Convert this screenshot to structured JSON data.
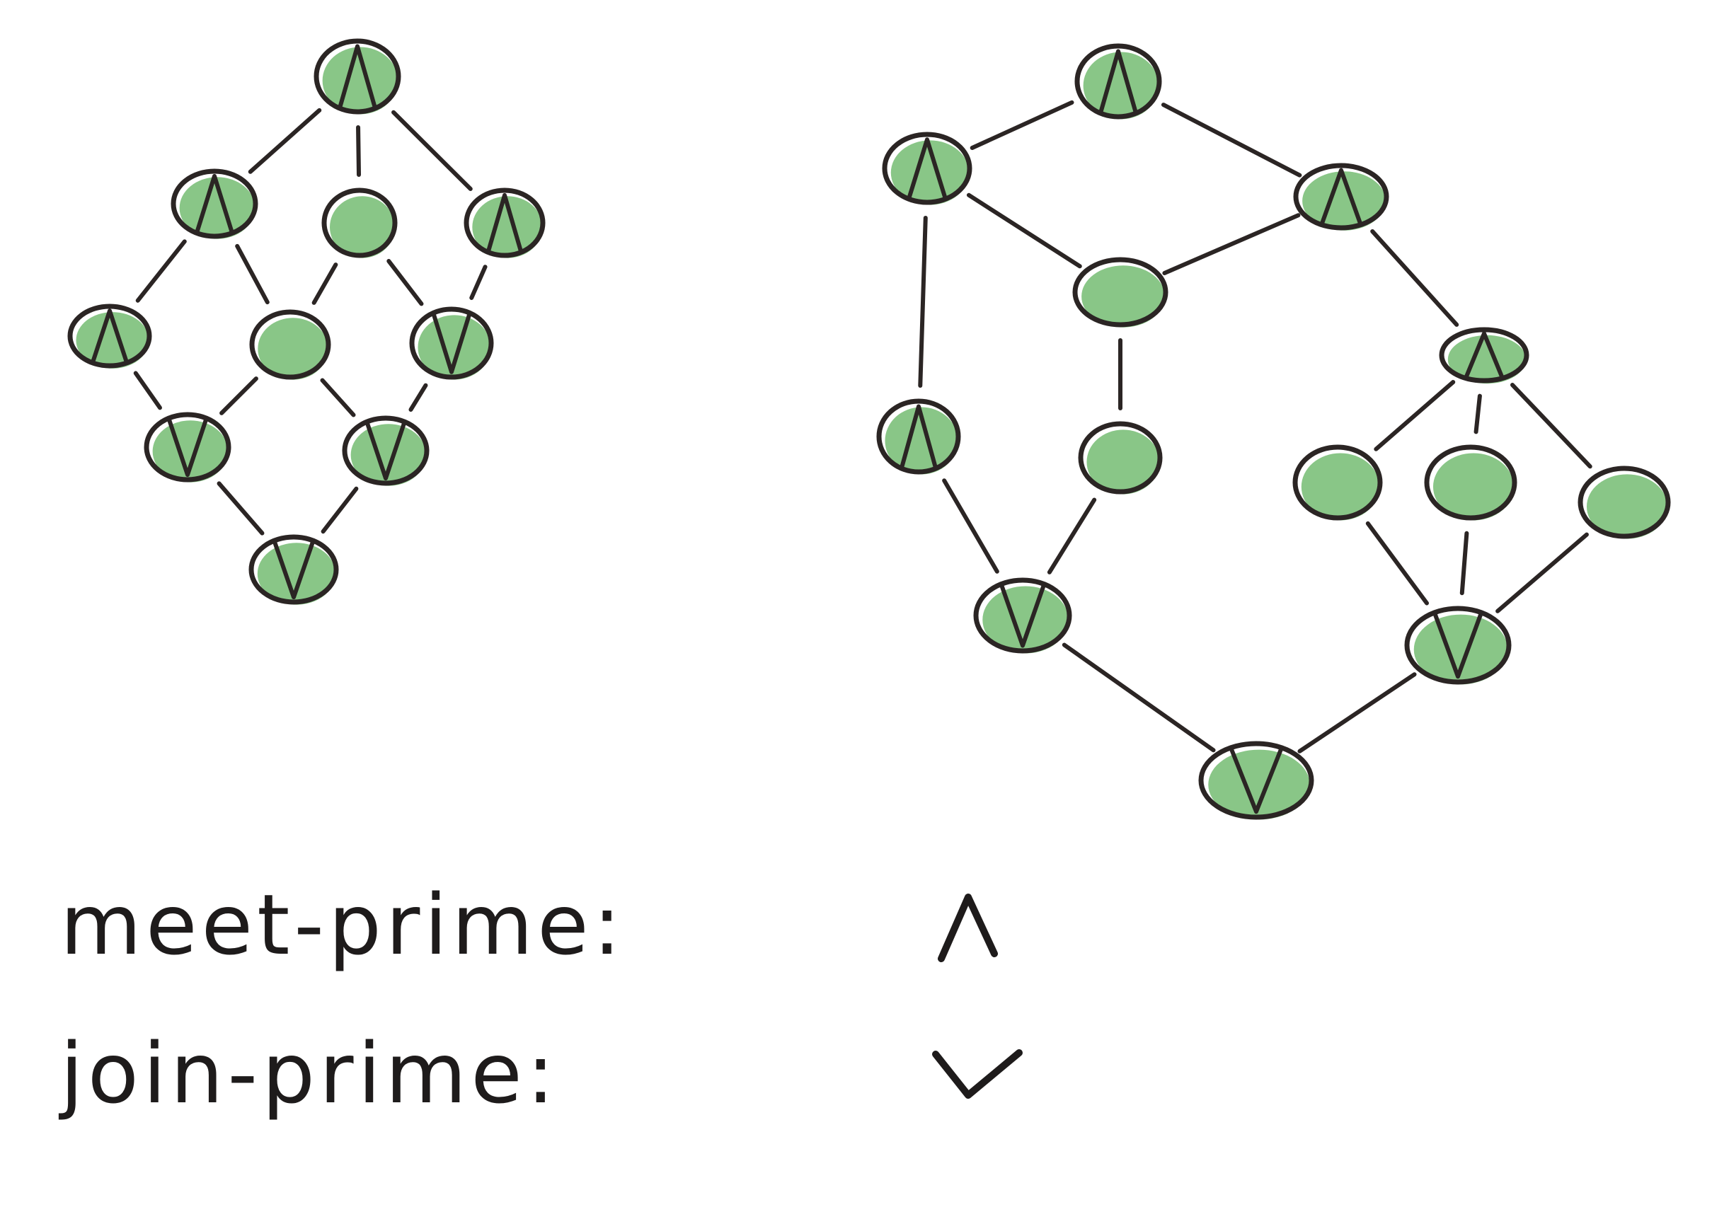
{
  "diagram": {
    "colors": {
      "node_fill": "#7cc07a",
      "ink": "#2b2524"
    },
    "lattices": [
      {
        "name": "left-lattice",
        "nodes": [
          {
            "id": "L1",
            "mark": "meet"
          },
          {
            "id": "L2",
            "mark": "meet"
          },
          {
            "id": "L3",
            "mark": "none"
          },
          {
            "id": "L4",
            "mark": "meet"
          },
          {
            "id": "L5",
            "mark": "meet"
          },
          {
            "id": "L6",
            "mark": "none"
          },
          {
            "id": "L7",
            "mark": "join"
          },
          {
            "id": "L8",
            "mark": "join"
          },
          {
            "id": "L9",
            "mark": "join"
          },
          {
            "id": "L10",
            "mark": "join"
          }
        ],
        "edges": [
          [
            "L1",
            "L2"
          ],
          [
            "L1",
            "L3"
          ],
          [
            "L1",
            "L4"
          ],
          [
            "L2",
            "L5"
          ],
          [
            "L2",
            "L6"
          ],
          [
            "L3",
            "L6"
          ],
          [
            "L3",
            "L7"
          ],
          [
            "L4",
            "L7"
          ],
          [
            "L5",
            "L8"
          ],
          [
            "L6",
            "L8"
          ],
          [
            "L6",
            "L9"
          ],
          [
            "L7",
            "L9"
          ],
          [
            "L8",
            "L10"
          ],
          [
            "L9",
            "L10"
          ]
        ]
      },
      {
        "name": "right-lattice",
        "nodes": [
          {
            "id": "R1",
            "mark": "meet"
          },
          {
            "id": "R2",
            "mark": "meet"
          },
          {
            "id": "R3",
            "mark": "meet"
          },
          {
            "id": "R4",
            "mark": "none"
          },
          {
            "id": "R5",
            "mark": "meet"
          },
          {
            "id": "R6",
            "mark": "meet"
          },
          {
            "id": "R7",
            "mark": "none"
          },
          {
            "id": "R8",
            "mark": "none"
          },
          {
            "id": "R9",
            "mark": "none"
          },
          {
            "id": "R10",
            "mark": "none"
          },
          {
            "id": "R11",
            "mark": "join"
          },
          {
            "id": "R12",
            "mark": "join"
          },
          {
            "id": "R13",
            "mark": "join"
          }
        ],
        "edges": [
          [
            "R1",
            "R2"
          ],
          [
            "R1",
            "R3"
          ],
          [
            "R2",
            "R4"
          ],
          [
            "R2",
            "R6"
          ],
          [
            "R3",
            "R4"
          ],
          [
            "R3",
            "R5"
          ],
          [
            "R4",
            "R7"
          ],
          [
            "R5",
            "R8"
          ],
          [
            "R5",
            "R9"
          ],
          [
            "R5",
            "R10"
          ],
          [
            "R6",
            "R11"
          ],
          [
            "R7",
            "R11"
          ],
          [
            "R8",
            "R12"
          ],
          [
            "R9",
            "R12"
          ],
          [
            "R10",
            "R12"
          ],
          [
            "R11",
            "R13"
          ],
          [
            "R12",
            "R13"
          ]
        ]
      }
    ]
  },
  "legend": {
    "meet_label": "meet-prime:",
    "join_label": "join-prime:",
    "meet_symbol_name": "wedge-up-symbol",
    "join_symbol_name": "wedge-down-symbol"
  }
}
